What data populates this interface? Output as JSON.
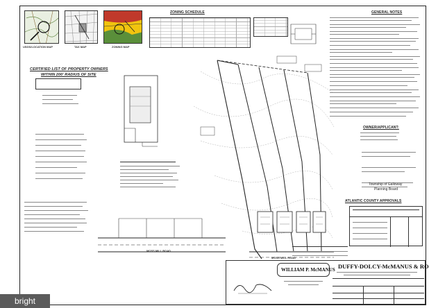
{
  "maps": {
    "usgs_label": "USGS/LOCATION MAP",
    "tax_label": "TAX MAP",
    "zoning_label": "ZONING MAP"
  },
  "zoning": {
    "title": "ZONING SCHEDULE"
  },
  "notes": {
    "title": "GENERAL NOTES"
  },
  "owners": {
    "title": "CERTIFIED LIST OF PROPERTY OWNERS",
    "subtitle": "WITHIN 200' RADIUS OF SITE"
  },
  "owner_applicant": {
    "title": "OWNER/APPLICANT:"
  },
  "township": {
    "line1": "Township of Galloway",
    "line2": "Planning Board"
  },
  "approvals": {
    "title": "ATLANTIC COUNTY APPROVALS"
  },
  "road": {
    "main": "MOSS MILL ROAD",
    "plan": "MOSS MILL ROAD"
  },
  "seal": {
    "name": "WILLIAM P. McMANUS"
  },
  "firm": {
    "name": "DUFFY-DOLCY-McMANUS & ROESCH"
  },
  "watermark": {
    "text": "bright"
  },
  "colors": {
    "zoning_red": "#c0392b",
    "zoning_yellow": "#f1c40f",
    "zoning_green": "#5a8f3a",
    "line": "#222222"
  }
}
